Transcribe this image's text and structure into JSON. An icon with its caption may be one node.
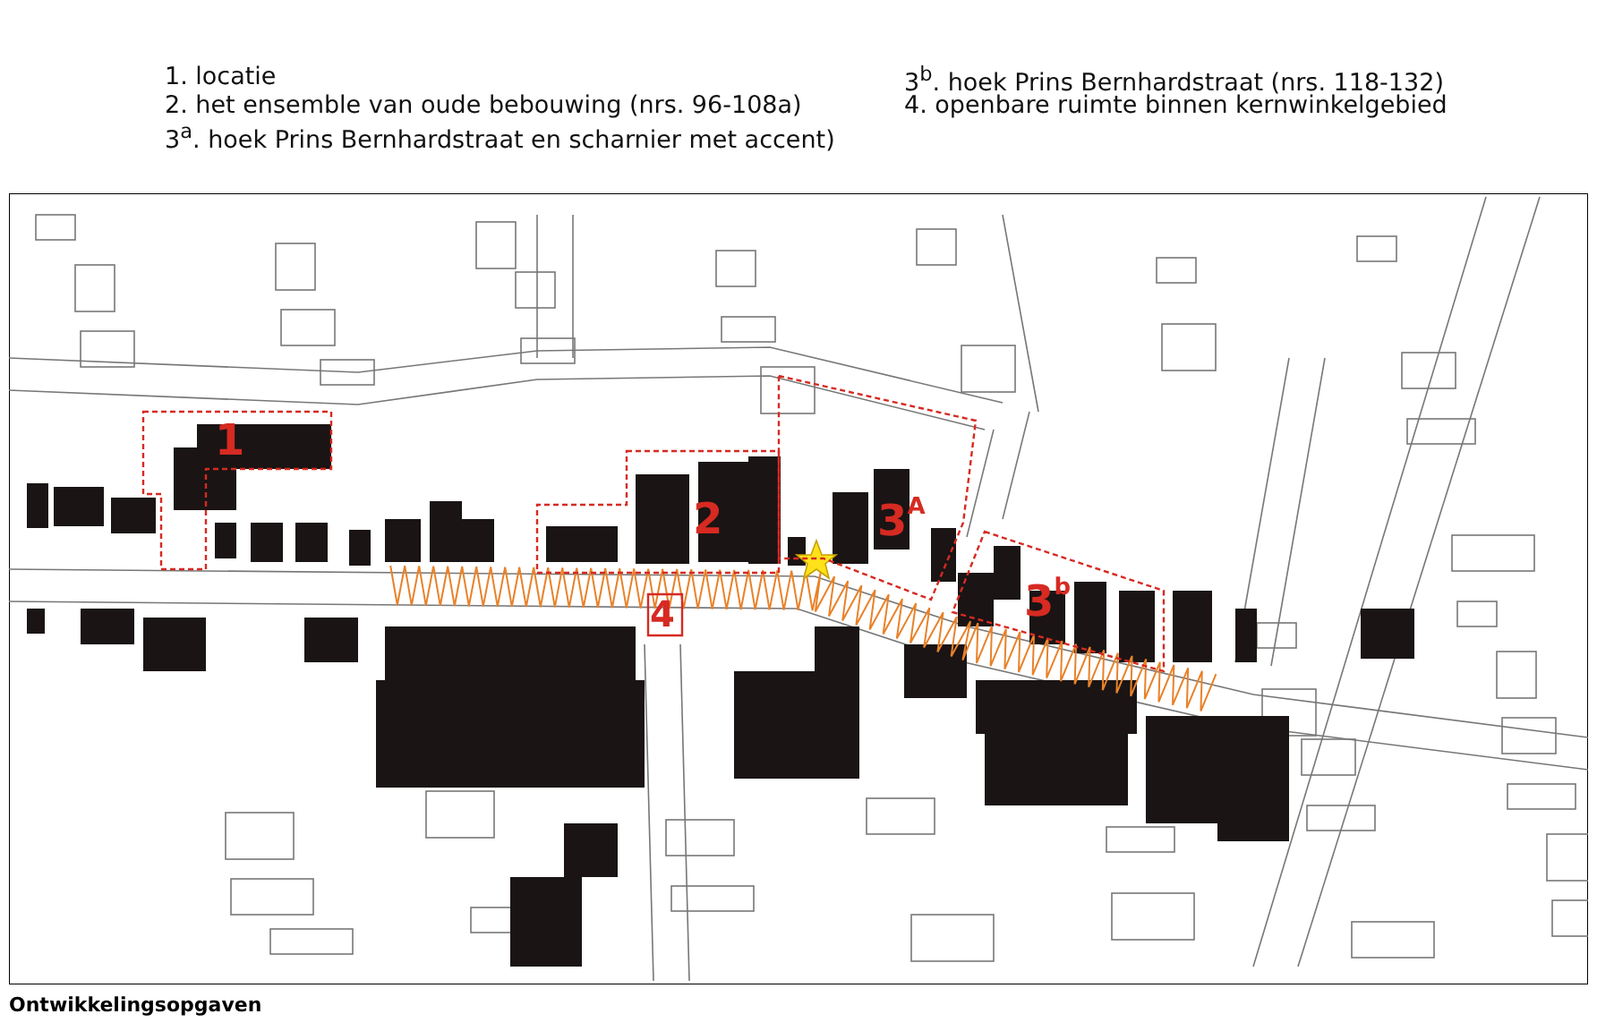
{
  "diagram": {
    "caption": "Ontwikkelingsopgaven",
    "nodes": [
      {
        "text": [
          "1"
        ]
      },
      {
        "text": [
          "2"
        ]
      },
      {
        "text": [
          "3$^{A}$"
        ]
      },
      {
        "text": [
          "3$^{b}$"
        ]
      },
      {
        "text": [
          "4"
        ]
      }
    ],
    "labels": [
      "1.  locatie",
      "2.  het ensemble van oude bebouwing (nrs. 96-108a)",
      "3$^{a}$. hoek Prins Bernhardstraat en scharnier met accent)",
      "3$^{b}$. hoek Prins Bernhardstraat (nrs. 118-132)",
      "4.  openbare ruimte binnen kernwinkelgebied"
    ]
  }
}
